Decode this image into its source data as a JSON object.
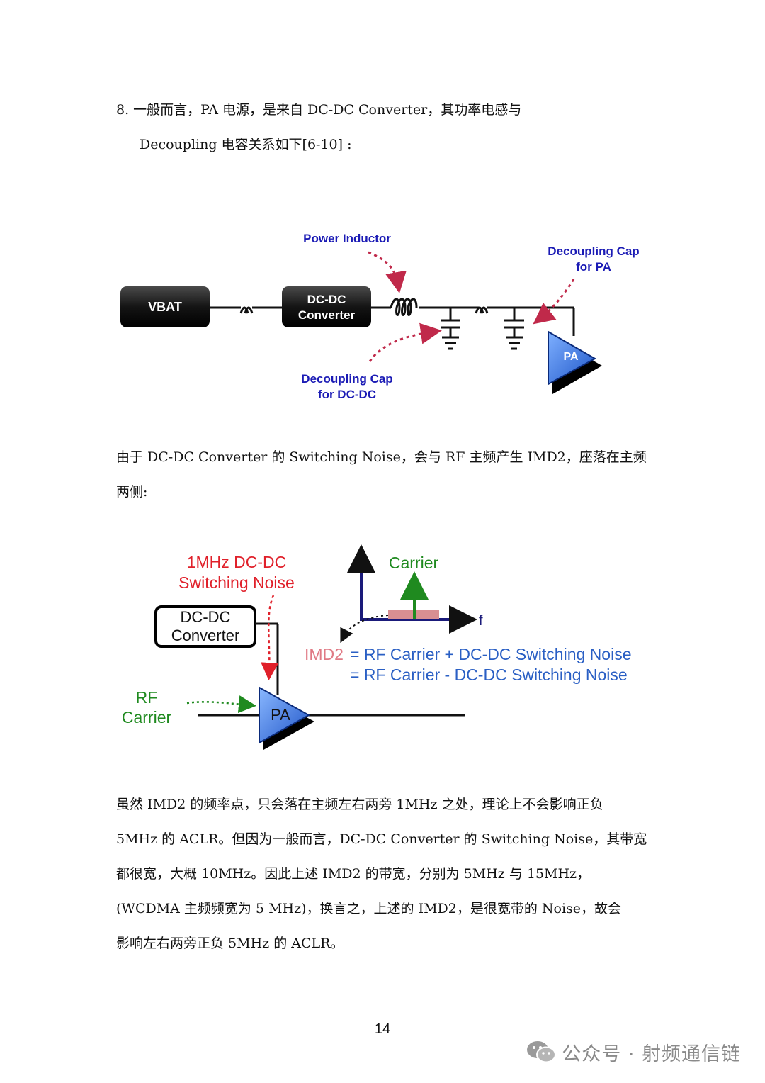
{
  "paragraphs": {
    "p1": {
      "line1": "8.  一般而言，PA 电源，是来自 DC-DC Converter，其功率电感与",
      "line2": "Decoupling 电容关系如下[6-10] :"
    },
    "p2": {
      "line1": "由于 DC-DC Converter 的 Switching Noise，会与 RF 主频产生 IMD2，座落在主频",
      "line2": "两侧:"
    },
    "p3": {
      "line1": "虽然 IMD2 的频率点，只会落在主频左右两旁 1MHz 之处，理论上不会影响正负",
      "line2": "5MHz 的 ACLR。但因为一般而言，DC-DC Converter 的 Switching Noise，其带宽",
      "line3": "都很宽，大概 10MHz。因此上述 IMD2 的带宽，分别为 5MHz 与 15MHz，",
      "line4": "(WCDMA 主频频宽为 5 MHz)，换言之，上述的 IMD2，是很宽带的 Noise，故会",
      "line5": "影响左右两旁正负 5MHz 的 ACLR。"
    }
  },
  "figure1": {
    "vbat": "VBAT",
    "dcdc_line1": "DC-DC",
    "dcdc_line2": "Converter",
    "power_inductor": "Power Inductor",
    "decap_pa_line1": "Decoupling Cap",
    "decap_pa_line2": "for  PA",
    "decap_dcdc_line1": "Decoupling Cap",
    "decap_dcdc_line2": "for  DC-DC",
    "pa": "PA",
    "colors": {
      "label_blue": "#1b1bb5",
      "block_black": "#111111",
      "pa_blue": "#2f6fe0",
      "arrow_red": "#c0294a"
    }
  },
  "figure2": {
    "noise_line1": "1MHz  DC-DC",
    "noise_line2": "Switching Noise",
    "dcdc_line1": "DC-DC",
    "dcdc_line2": "Converter",
    "carrier": "Carrier",
    "f_axis": "f",
    "imd2_label": "IMD2",
    "eq1": "=  RF Carrier + DC-DC Switching Noise",
    "eq2": "=  RF Carrier - DC-DC Switching Noise",
    "rf_line1": "RF",
    "rf_line2": "Carrier",
    "pa": "PA",
    "colors": {
      "noise_red": "#e0202a",
      "carrier_green": "#1f8a1f",
      "eq_blue": "#2a5fc4",
      "imd2_pink": "#e07a85",
      "axis_navy": "#1a1a7a"
    }
  },
  "page_number": "14",
  "watermark": {
    "text": "公众号 · 射频通信链",
    "icon": "wechat-icon"
  }
}
